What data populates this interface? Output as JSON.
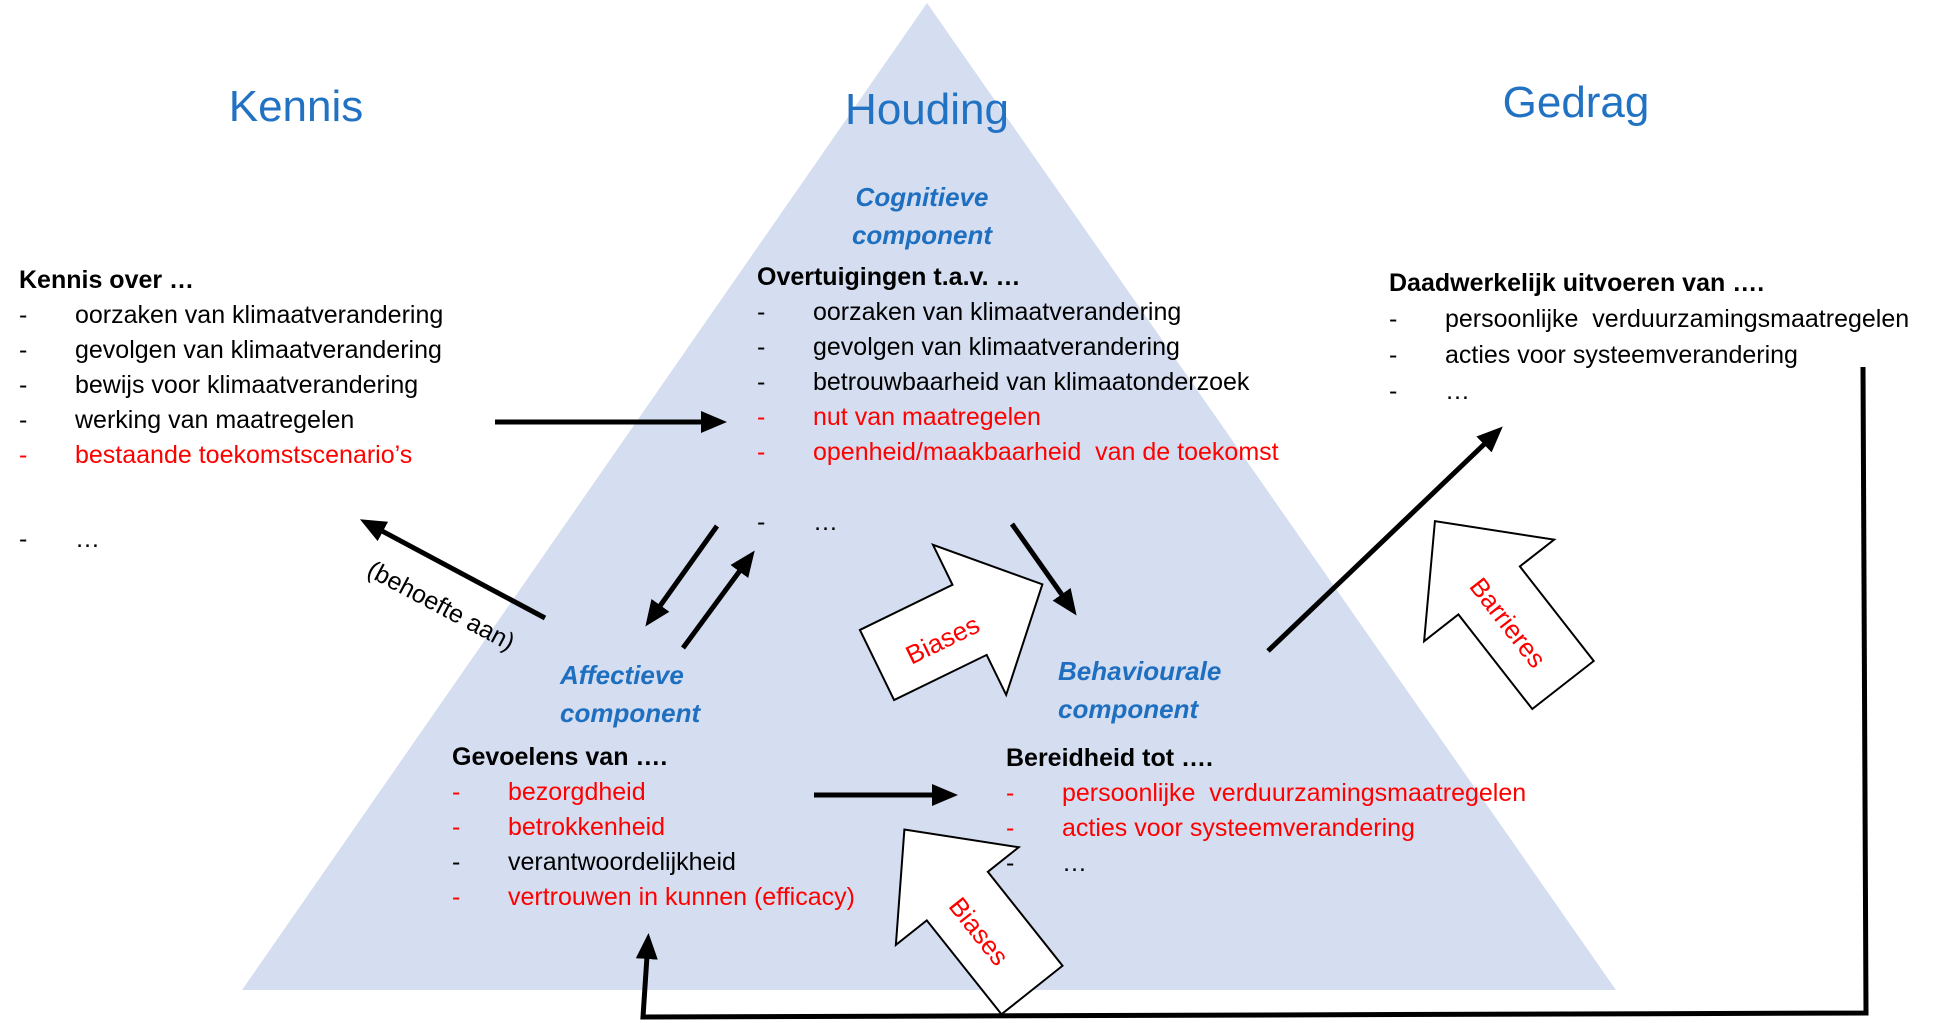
{
  "titles": {
    "kennis": "Kennis",
    "houding": "Houding",
    "gedrag": "Gedrag"
  },
  "components": {
    "cognitive": {
      "line1": "Cognitieve",
      "line2": "component"
    },
    "affective": {
      "line1": "Affectieve",
      "line2": "component"
    },
    "behavioural": {
      "line1": "Behaviourale",
      "line2": "component"
    }
  },
  "blocks": {
    "kennis": {
      "heading": "Kennis over …",
      "marker": "-",
      "items": [
        {
          "text": "oorzaken van klimaatverandering",
          "highlight": false
        },
        {
          "text": "gevolgen van klimaatverandering",
          "highlight": false
        },
        {
          "text": "bewijs voor klimaatverandering",
          "highlight": false
        },
        {
          "text": "werking van maatregelen",
          "highlight": false
        },
        {
          "text": "bestaande toekomstscenario’s",
          "highlight": true
        },
        {
          "text": "…",
          "highlight": false
        }
      ]
    },
    "houding": {
      "heading": "Overtuigingen t.a.v. …",
      "marker": "-",
      "items": [
        {
          "text": "oorzaken van klimaatverandering",
          "highlight": false
        },
        {
          "text": "gevolgen van klimaatverandering",
          "highlight": false
        },
        {
          "text": "betrouwbaarheid van klimaatonderzoek",
          "highlight": false
        },
        {
          "text": "nut van maatregelen",
          "highlight": true
        },
        {
          "text": "openheid/maakbaarheid  van de toekomst",
          "highlight": true
        },
        {
          "text": "…",
          "highlight": false
        }
      ]
    },
    "gedrag": {
      "heading": "Daadwerkelijk uitvoeren van ….",
      "marker": "-",
      "items": [
        {
          "text": "persoonlijke  verduurzamingsmaatregelen",
          "highlight": false
        },
        {
          "text": "acties voor systeemverandering",
          "highlight": false
        },
        {
          "text": "…",
          "highlight": false
        }
      ]
    },
    "affectief": {
      "heading": "Gevoelens van ….",
      "marker": "-",
      "items": [
        {
          "text": "bezorgdheid",
          "highlight": true
        },
        {
          "text": "betrokkenheid",
          "highlight": true
        },
        {
          "text": "verantwoordelijkheid",
          "highlight": false
        },
        {
          "text": "vertrouwen in kunnen (efficacy)",
          "highlight": true
        }
      ]
    },
    "behaviouraal": {
      "heading": "Bereidheid tot ….",
      "marker": "-",
      "items": [
        {
          "text": "persoonlijke  verduurzamingsmaatregelen",
          "highlight": true
        },
        {
          "text": "acties voor systeemverandering",
          "highlight": true
        },
        {
          "text": "…",
          "highlight": false
        }
      ]
    }
  },
  "arrow_labels": {
    "behoefte": "(behoefte aan)",
    "biases_upper": "Biases",
    "biases_lower": "Biases",
    "barrieres": "Barrieres"
  },
  "colors": {
    "title_blue": "#2272C3",
    "component_blue": "#1F6FC0",
    "text": "#000000",
    "highlight": "#FF0000",
    "triangle_fill": "#D5DEF0",
    "block_arrow_fill": "#FFFFFF"
  }
}
